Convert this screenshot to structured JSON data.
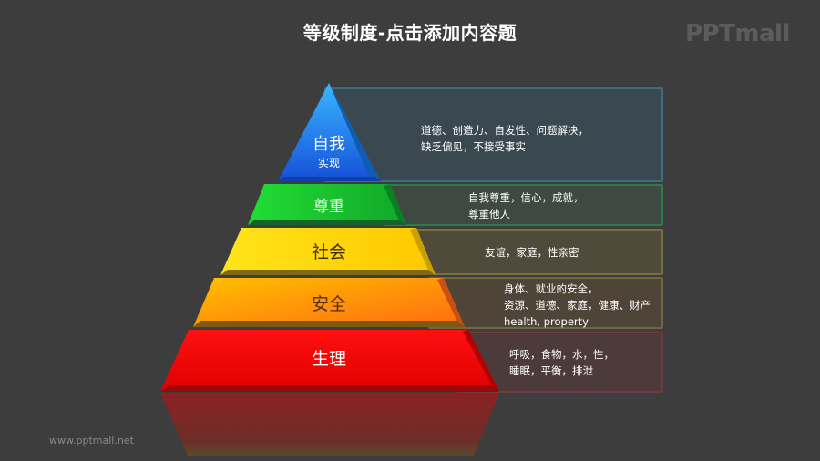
{
  "title": "等级制度-点击添加内容题",
  "logo": "PPTmall",
  "footer": "www.pptmall.net",
  "colors": {
    "background": "#3d3d3d",
    "level_self": "#1e7fe6",
    "level_esteem": "#14c02a",
    "level_social": "#ffd400",
    "level_safety": "#ff8a00",
    "level_physiological": "#ee0000"
  },
  "levels": [
    {
      "name": "自我",
      "sub": "实现",
      "desc_lines": [
        "道德、创造力、自发性、问题解决，",
        "缺乏偏见，不接受事实"
      ]
    },
    {
      "name": "尊重",
      "desc_lines": [
        "自我尊重，信心，成就，",
        "尊重他人"
      ]
    },
    {
      "name": "社会",
      "desc_lines": [
        "友谊，家庭，性亲密"
      ]
    },
    {
      "name": "安全",
      "desc_lines": [
        "身体、就业的安全，",
        "资源、道德、家庭，健康、财产",
        "health, property"
      ]
    },
    {
      "name": "生理",
      "desc_lines": [
        "呼吸，食物，水，性，",
        "睡眠，平衡，排泄"
      ]
    }
  ]
}
